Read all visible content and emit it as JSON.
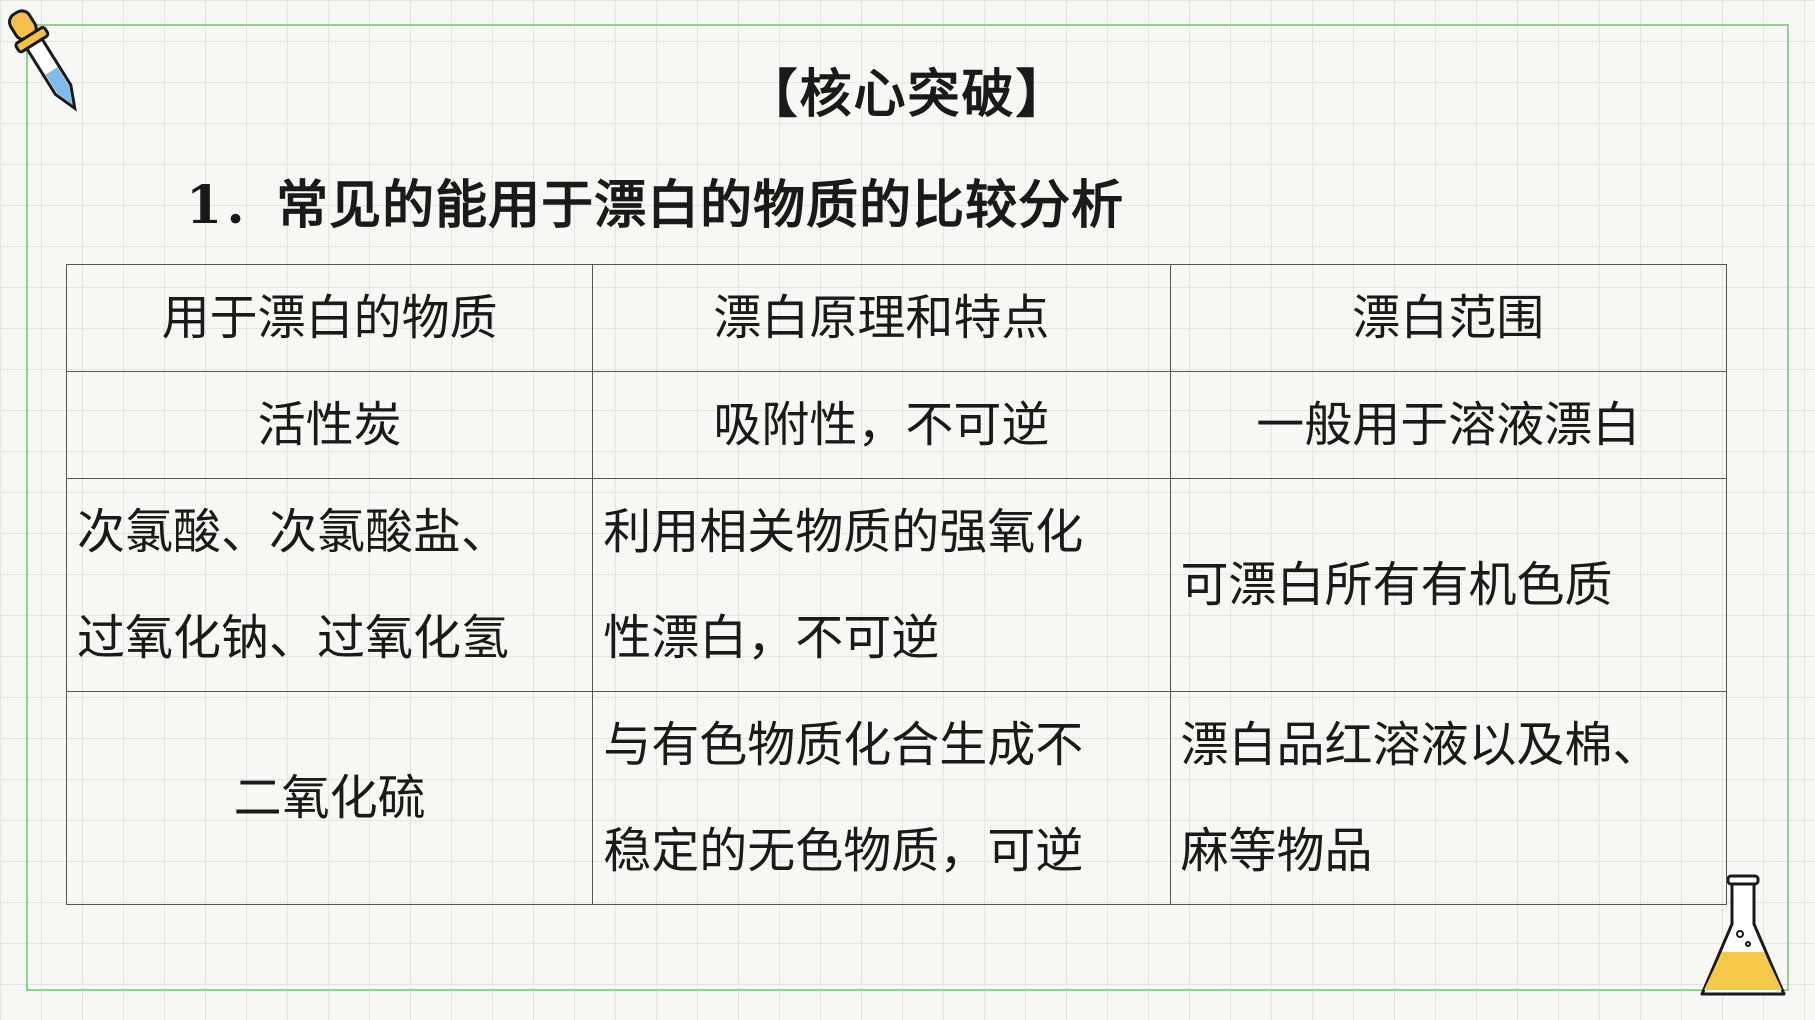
{
  "heading": "【核心突破】",
  "subtitle": "1．常见的能用于漂白的物质的比较分析",
  "table": {
    "headers": [
      "用于漂白的物质",
      "漂白原理和特点",
      "漂白范围"
    ],
    "rows": [
      {
        "substance": [
          "活性炭"
        ],
        "principle": [
          "吸附性，不可逆"
        ],
        "scope": [
          "一般用于溶液漂白"
        ]
      },
      {
        "substance": [
          "次氯酸、次氯酸盐、",
          "过氧化钠、过氧化氢"
        ],
        "principle": [
          "利用相关物质的强氧化",
          "性漂白，不可逆"
        ],
        "scope": [
          "可漂白所有有机色质"
        ]
      },
      {
        "substance": [
          "二氧化硫"
        ],
        "principle": [
          "与有色物质化合生成不",
          "稳定的无色物质，可逆"
        ],
        "scope": [
          "漂白品红溶液以及棉、",
          "麻等物品"
        ]
      }
    ]
  },
  "decorations": {
    "top_left": "dropper-icon",
    "bottom_right": "flask-icon",
    "frame_color": "#8fd18f",
    "dropper_color": "#f5c04a",
    "flask_liquid_color": "#f7c94b"
  }
}
